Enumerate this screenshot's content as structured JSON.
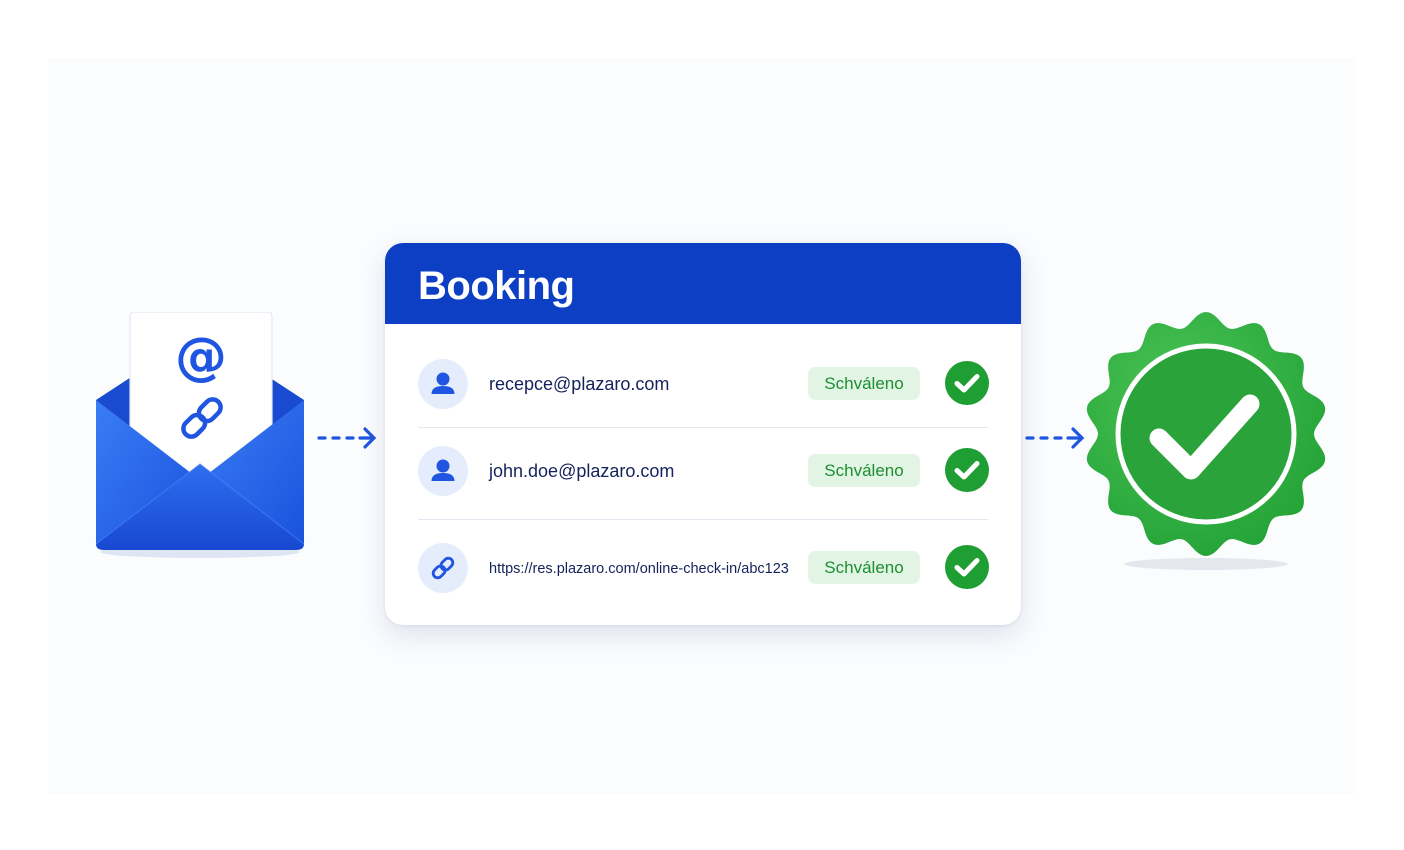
{
  "booking": {
    "title": "Booking",
    "rows": [
      {
        "icon": "user-icon",
        "text": "recepce@plazaro.com",
        "status": "Schváleno"
      },
      {
        "icon": "user-icon",
        "text": "john.doe@plazaro.com",
        "status": "Schváleno"
      },
      {
        "icon": "link-icon",
        "text": "https://res.plazaro.com/online-check-in/abc123",
        "status": "Schváleno"
      }
    ]
  },
  "icons": {
    "envelope": "envelope-icon",
    "at": "at-sign-icon",
    "link": "link-icon",
    "arrow": "dashed-arrow-icon",
    "check": "check-circle-icon",
    "seal": "verified-seal-icon"
  },
  "colors": {
    "brand_blue": "#0d3fc4",
    "envelope_blue": "#1f5ee8",
    "success_green": "#1f9e34",
    "badge_bg": "#e2f5e4",
    "badge_text": "#1e8e32",
    "text_dark": "#15225a"
  }
}
